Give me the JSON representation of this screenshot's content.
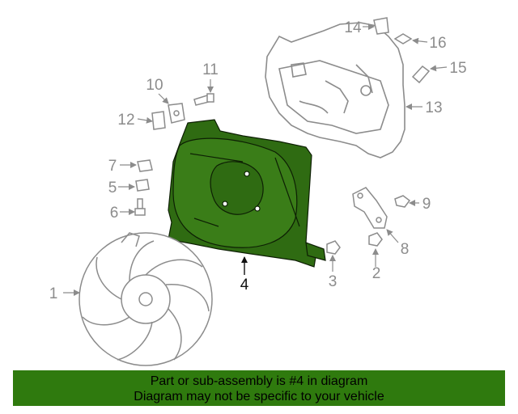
{
  "diagram": {
    "highlight_color": "#2f6b12",
    "part_color": "#8c8c8c",
    "callouts": {
      "c1": "1",
      "c2": "2",
      "c3": "3",
      "c4": "4",
      "c5": "5",
      "c6": "6",
      "c7": "7",
      "c8": "8",
      "c9": "9",
      "c10": "10",
      "c11": "11",
      "c12": "12",
      "c13": "13",
      "c14": "14",
      "c15": "15",
      "c16": "16"
    }
  },
  "banner": {
    "line1": "Part or sub-assembly is #4 in diagram",
    "line2": "Diagram may not be specific to your vehicle",
    "background": "#2f7a0e"
  }
}
